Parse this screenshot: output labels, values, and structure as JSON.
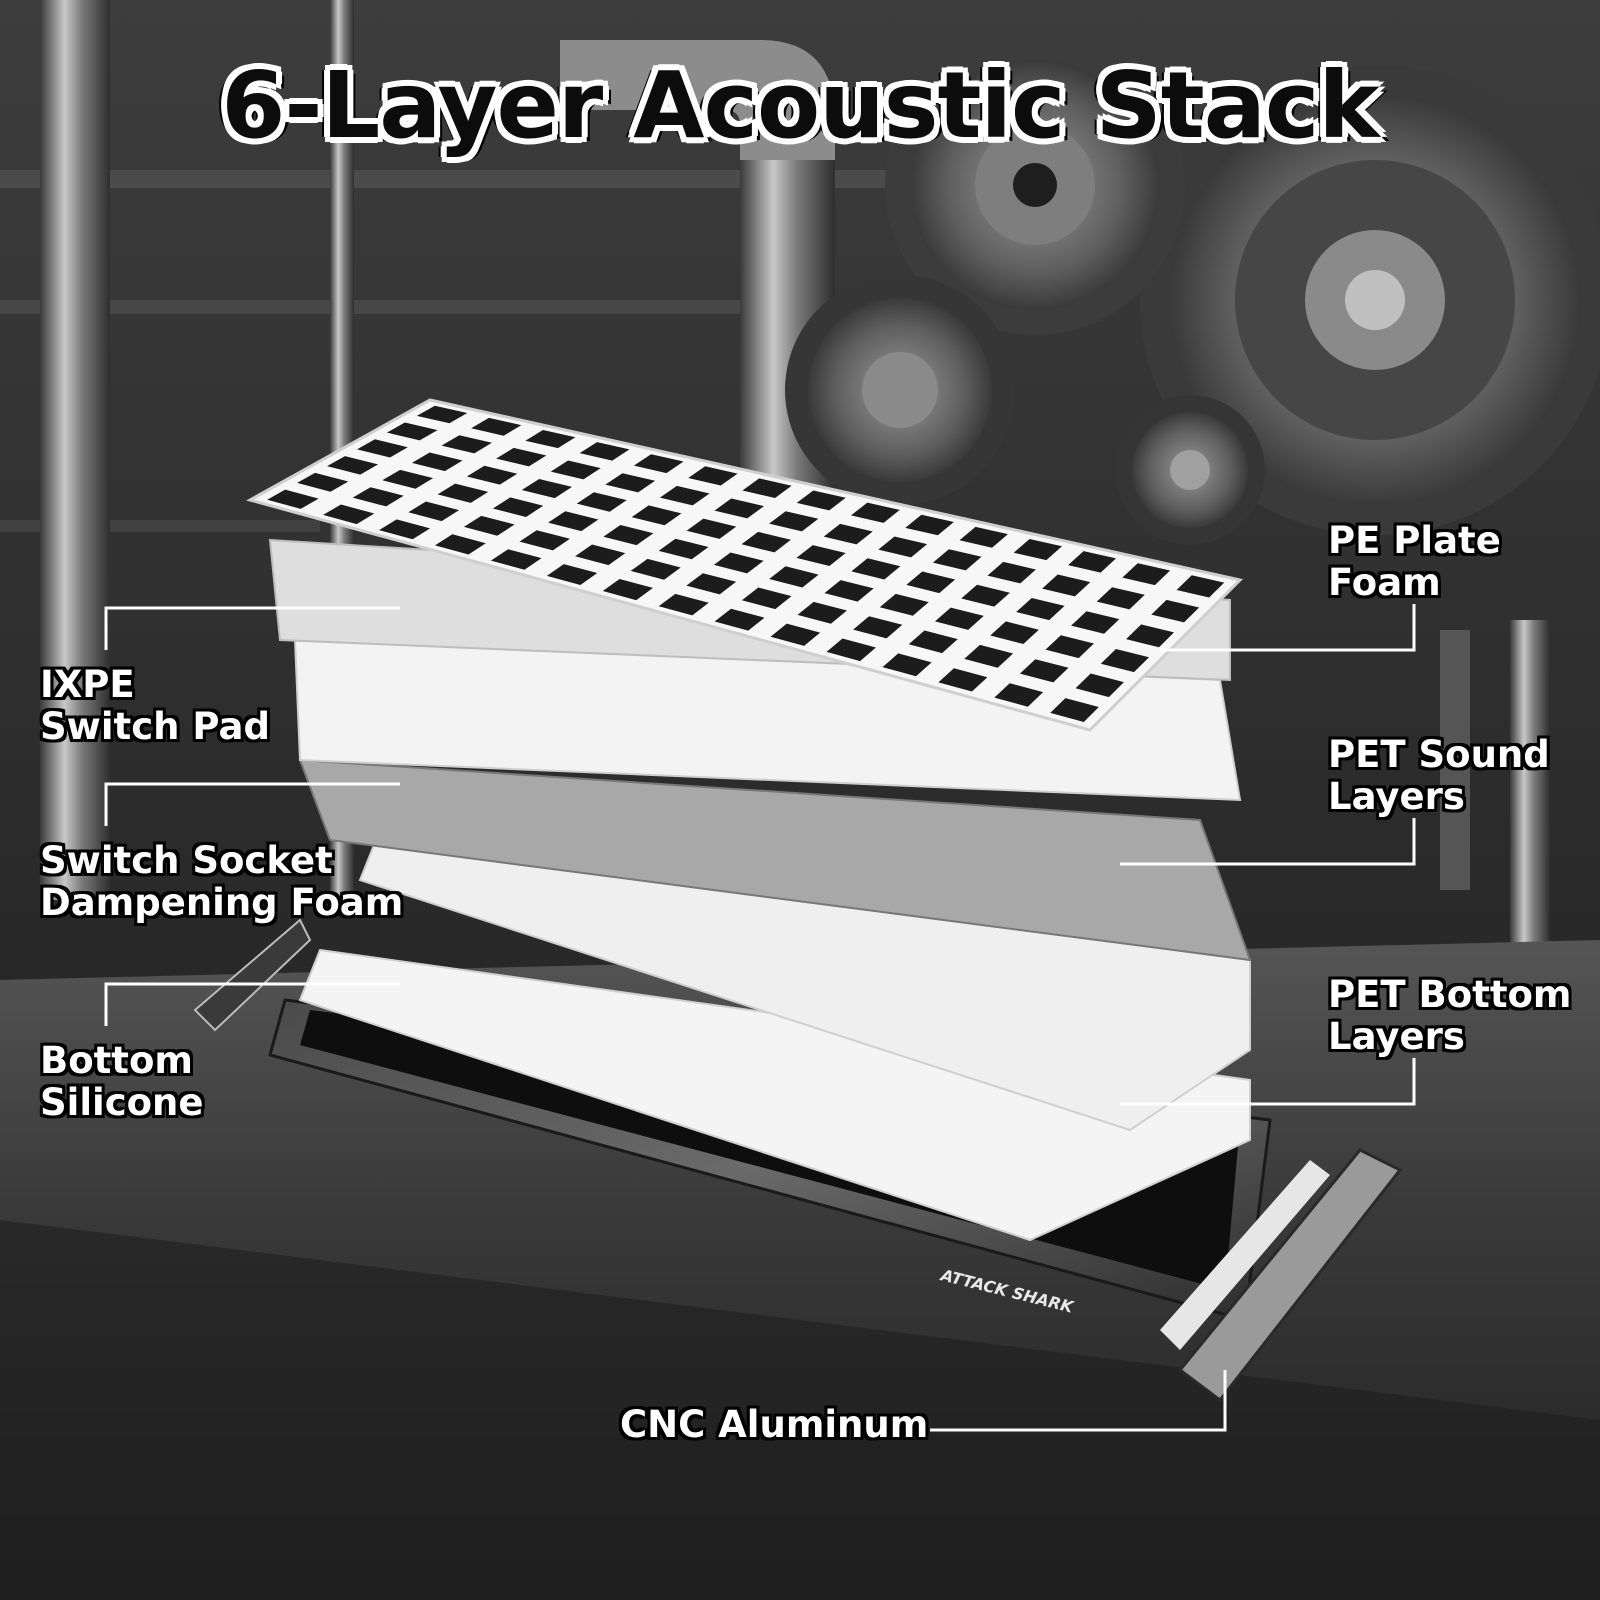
{
  "title": "6-Layer Acoustic Stack",
  "brand": "ATTACK SHARK",
  "colors": {
    "background": "#2b2b2b",
    "plate": "#f2f2f2",
    "foam": "#dcdcdc",
    "metal": "#8a8a8a",
    "text": "#ffffff"
  },
  "labels": {
    "pe_plate_foam": {
      "line1": "PE Plate",
      "line2": "Foam"
    },
    "ixpe_switch_pad": {
      "line1": "IXPE",
      "line2": "Switch Pad"
    },
    "pet_sound_layers": {
      "line1": "PET Sound",
      "line2": "Layers"
    },
    "switch_socket_dampening_foam": {
      "line1": "Switch Socket",
      "line2": "Dampening Foam"
    },
    "pet_bottom_layers": {
      "line1": "PET Bottom",
      "line2": "Layers"
    },
    "bottom_silicone": {
      "line1": "Bottom",
      "line2": "Silicone"
    },
    "cnc_aluminum": {
      "line1": "CNC Aluminum"
    }
  }
}
